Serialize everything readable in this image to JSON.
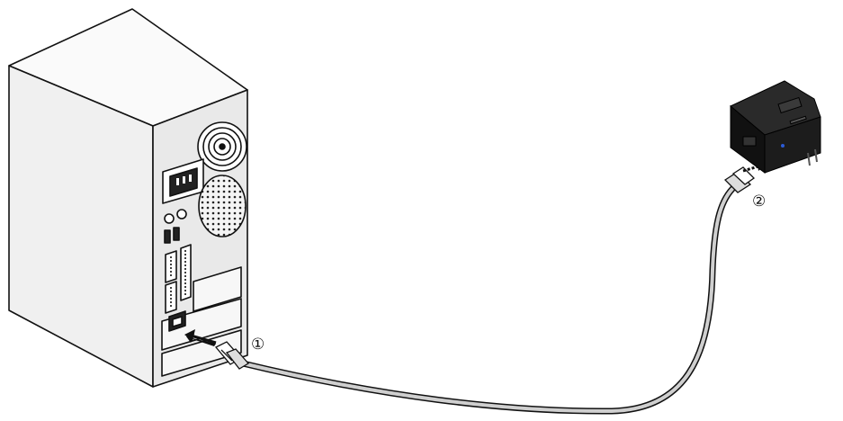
{
  "figure": {
    "callouts": [
      {
        "id": "step-1",
        "text": "①"
      },
      {
        "id": "step-2",
        "text": "②"
      }
    ]
  },
  "icons": {
    "computer": "desktop-tower-icon",
    "adapter": "powerline-adapter-icon",
    "cable": "ethernet-cable-icon",
    "arrow": "insert-arrow-icon"
  },
  "colors": {
    "line": "#111111",
    "case_front": "#f2f2f2",
    "case_side": "#e6e6e6",
    "case_top": "#fafafa",
    "adapter_body": "#1a1a1a",
    "cable": "#bdbdbd"
  }
}
